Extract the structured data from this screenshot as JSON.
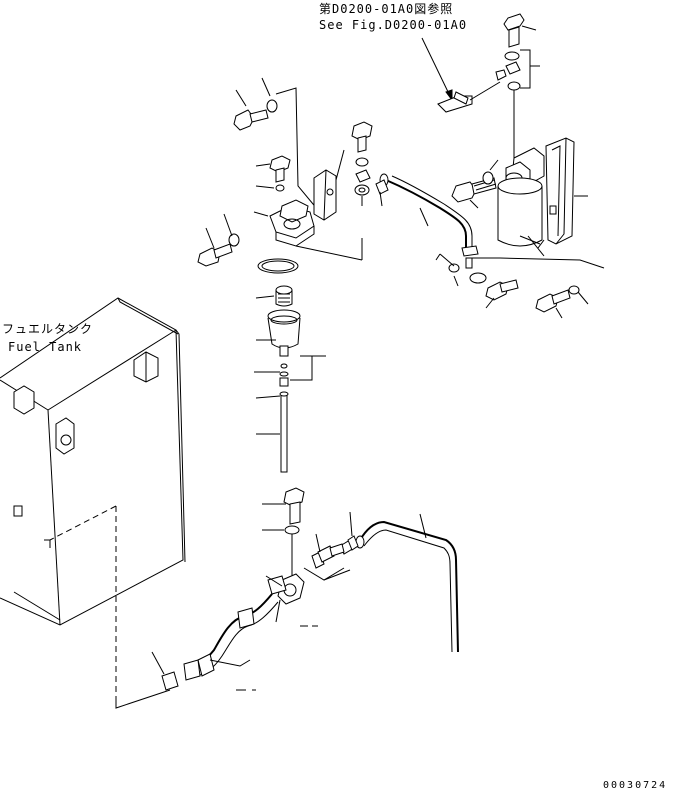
{
  "reference": {
    "japanese": "第D0200-01A0図参照",
    "english": "See Fig.D0200-01A0"
  },
  "fuel_tank": {
    "japanese": "フュエルタンク",
    "english": "Fuel Tank"
  },
  "document_number": "00030724"
}
